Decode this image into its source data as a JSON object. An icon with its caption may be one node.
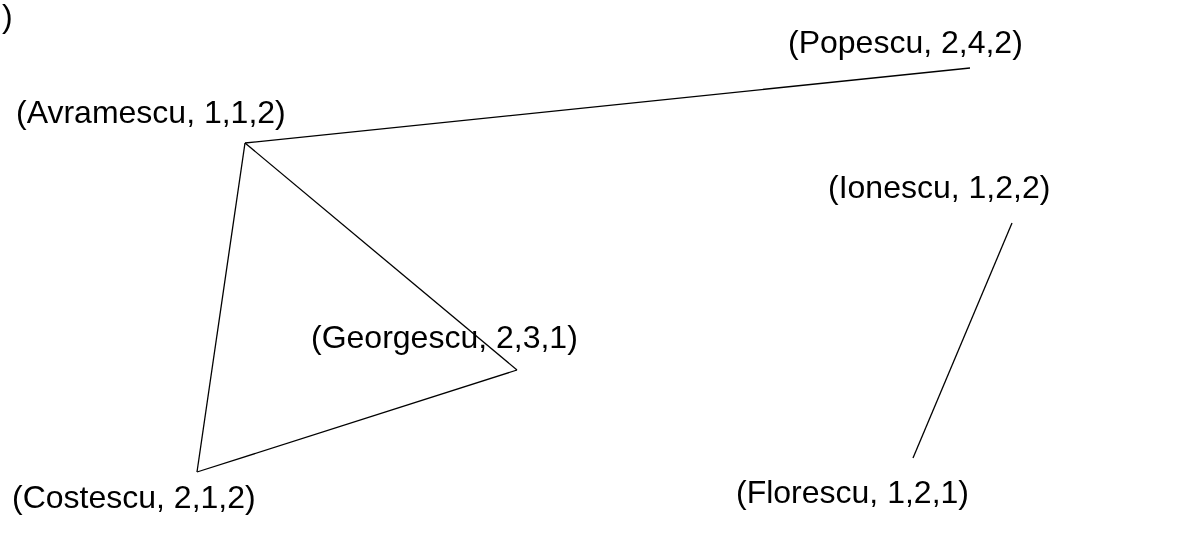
{
  "diagram": {
    "nodes": [
      {
        "text": [
          "(Avramescu, 1,1,2)"
        ]
      },
      {
        "text": [
          "(Popescu, 2,4,2)"
        ]
      },
      {
        "text": [
          "(Ionescu, 1,2,2)"
        ]
      },
      {
        "text": [
          "(Georgescu, 2,3,1)"
        ]
      },
      {
        "text": [
          "(Florescu, 1,2,1)"
        ]
      },
      {
        "text": [
          "(Costescu, 2,1,2)"
        ]
      }
    ],
    "edges": [
      {
        "from": 0,
        "to": 1,
        "arrow": "none"
      },
      {
        "from": 0,
        "to": 3,
        "arrow": "none"
      },
      {
        "from": 0,
        "to": 5,
        "arrow": "none"
      },
      {
        "from": 3,
        "to": 5,
        "arrow": "none"
      },
      {
        "from": 2,
        "to": 4,
        "arrow": "none"
      }
    ],
    "labels": [
      ")"
    ]
  }
}
